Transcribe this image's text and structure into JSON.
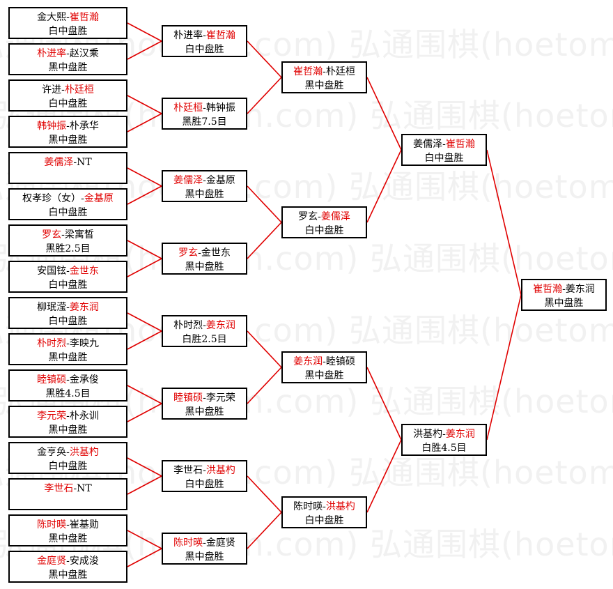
{
  "watermark": "弘通围棋(hoetom.com)",
  "colors": {
    "winner": "#e00000",
    "connector": "#e00000",
    "border": "#000000",
    "watermark": "#f1f1f1"
  },
  "rounds": [
    {
      "name": "round-1",
      "matches": [
        {
          "p1": "金大熙",
          "p2": "崔哲瀚",
          "winner": 2,
          "result": "白中盘胜"
        },
        {
          "p1": "朴进率",
          "p2": "赵汉乘",
          "winner": 1,
          "result": "黑中盘胜"
        },
        {
          "p1": "许进",
          "p2": "朴廷桓",
          "winner": 2,
          "result": "白中盘胜"
        },
        {
          "p1": "韩钟振",
          "p2": "朴承华",
          "winner": 1,
          "result": "黑中盘胜"
        },
        {
          "p1": "姜儒泽",
          "p2": "NT",
          "winner": 1,
          "result": ""
        },
        {
          "p1": "权孝珍（女）",
          "p2": "金基原",
          "winner": 2,
          "result": "白中盘胜"
        },
        {
          "p1": "罗玄",
          "p2": "梁寓皙",
          "winner": 1,
          "result": "黑胜2.5目"
        },
        {
          "p1": "安国铉",
          "p2": "金世东",
          "winner": 2,
          "result": "白中盘胜"
        },
        {
          "p1": "柳珉滢",
          "p2": "姜东润",
          "winner": 2,
          "result": "白中盘胜"
        },
        {
          "p1": "朴时烈",
          "p2": "李映九",
          "winner": 1,
          "result": "黑中盘胜"
        },
        {
          "p1": "睦镇硕",
          "p2": "金承俊",
          "winner": 1,
          "result": "黑胜4.5目"
        },
        {
          "p1": "李元荣",
          "p2": "朴永训",
          "winner": 1,
          "result": "黑中盘胜"
        },
        {
          "p1": "金亨奂",
          "p2": "洪基杓",
          "winner": 2,
          "result": "白中盘胜"
        },
        {
          "p1": "李世石",
          "p2": "NT",
          "winner": 1,
          "result": ""
        },
        {
          "p1": "陈时暎",
          "p2": "崔基勋",
          "winner": 1,
          "result": "黑中盘胜"
        },
        {
          "p1": "金庭贤",
          "p2": "安成浚",
          "winner": 1,
          "result": "黑中盘胜"
        }
      ]
    },
    {
      "name": "round-2",
      "matches": [
        {
          "p1": "朴进率",
          "p2": "崔哲瀚",
          "winner": 2,
          "result": "白中盘胜"
        },
        {
          "p1": "朴廷桓",
          "p2": "韩钟振",
          "winner": 1,
          "result": "黑胜7.5目"
        },
        {
          "p1": "姜儒泽",
          "p2": "金基原",
          "winner": 1,
          "result": "黑中盘胜"
        },
        {
          "p1": "罗玄",
          "p2": "金世东",
          "winner": 1,
          "result": "黑中盘胜"
        },
        {
          "p1": "朴时烈",
          "p2": "姜东润",
          "winner": 2,
          "result": "白胜2.5目"
        },
        {
          "p1": "睦镇硕",
          "p2": "李元荣",
          "winner": 1,
          "result": "黑中盘胜"
        },
        {
          "p1": "李世石",
          "p2": "洪基杓",
          "winner": 2,
          "result": "白中盘胜"
        },
        {
          "p1": "陈时暎",
          "p2": "金庭贤",
          "winner": 1,
          "result": "黑中盘胜"
        }
      ]
    },
    {
      "name": "quarterfinal",
      "matches": [
        {
          "p1": "崔哲瀚",
          "p2": "朴廷桓",
          "winner": 1,
          "result": "黑中盘胜"
        },
        {
          "p1": "罗玄",
          "p2": "姜儒泽",
          "winner": 2,
          "result": "白中盘胜"
        },
        {
          "p1": "姜东润",
          "p2": "睦镇硕",
          "winner": 1,
          "result": "黑中盘胜"
        },
        {
          "p1": "陈时暎",
          "p2": "洪基杓",
          "winner": 2,
          "result": "白中盘胜"
        }
      ]
    },
    {
      "name": "semifinal",
      "matches": [
        {
          "p1": "姜儒泽",
          "p2": "崔哲瀚",
          "winner": 2,
          "result": "白中盘胜"
        },
        {
          "p1": "洪基杓",
          "p2": "姜东润",
          "winner": 2,
          "result": "白胜4.5目"
        }
      ]
    },
    {
      "name": "final",
      "matches": [
        {
          "p1": "崔哲瀚",
          "p2": "姜东润",
          "winner": 1,
          "result": "黑中盘胜"
        }
      ]
    }
  ]
}
